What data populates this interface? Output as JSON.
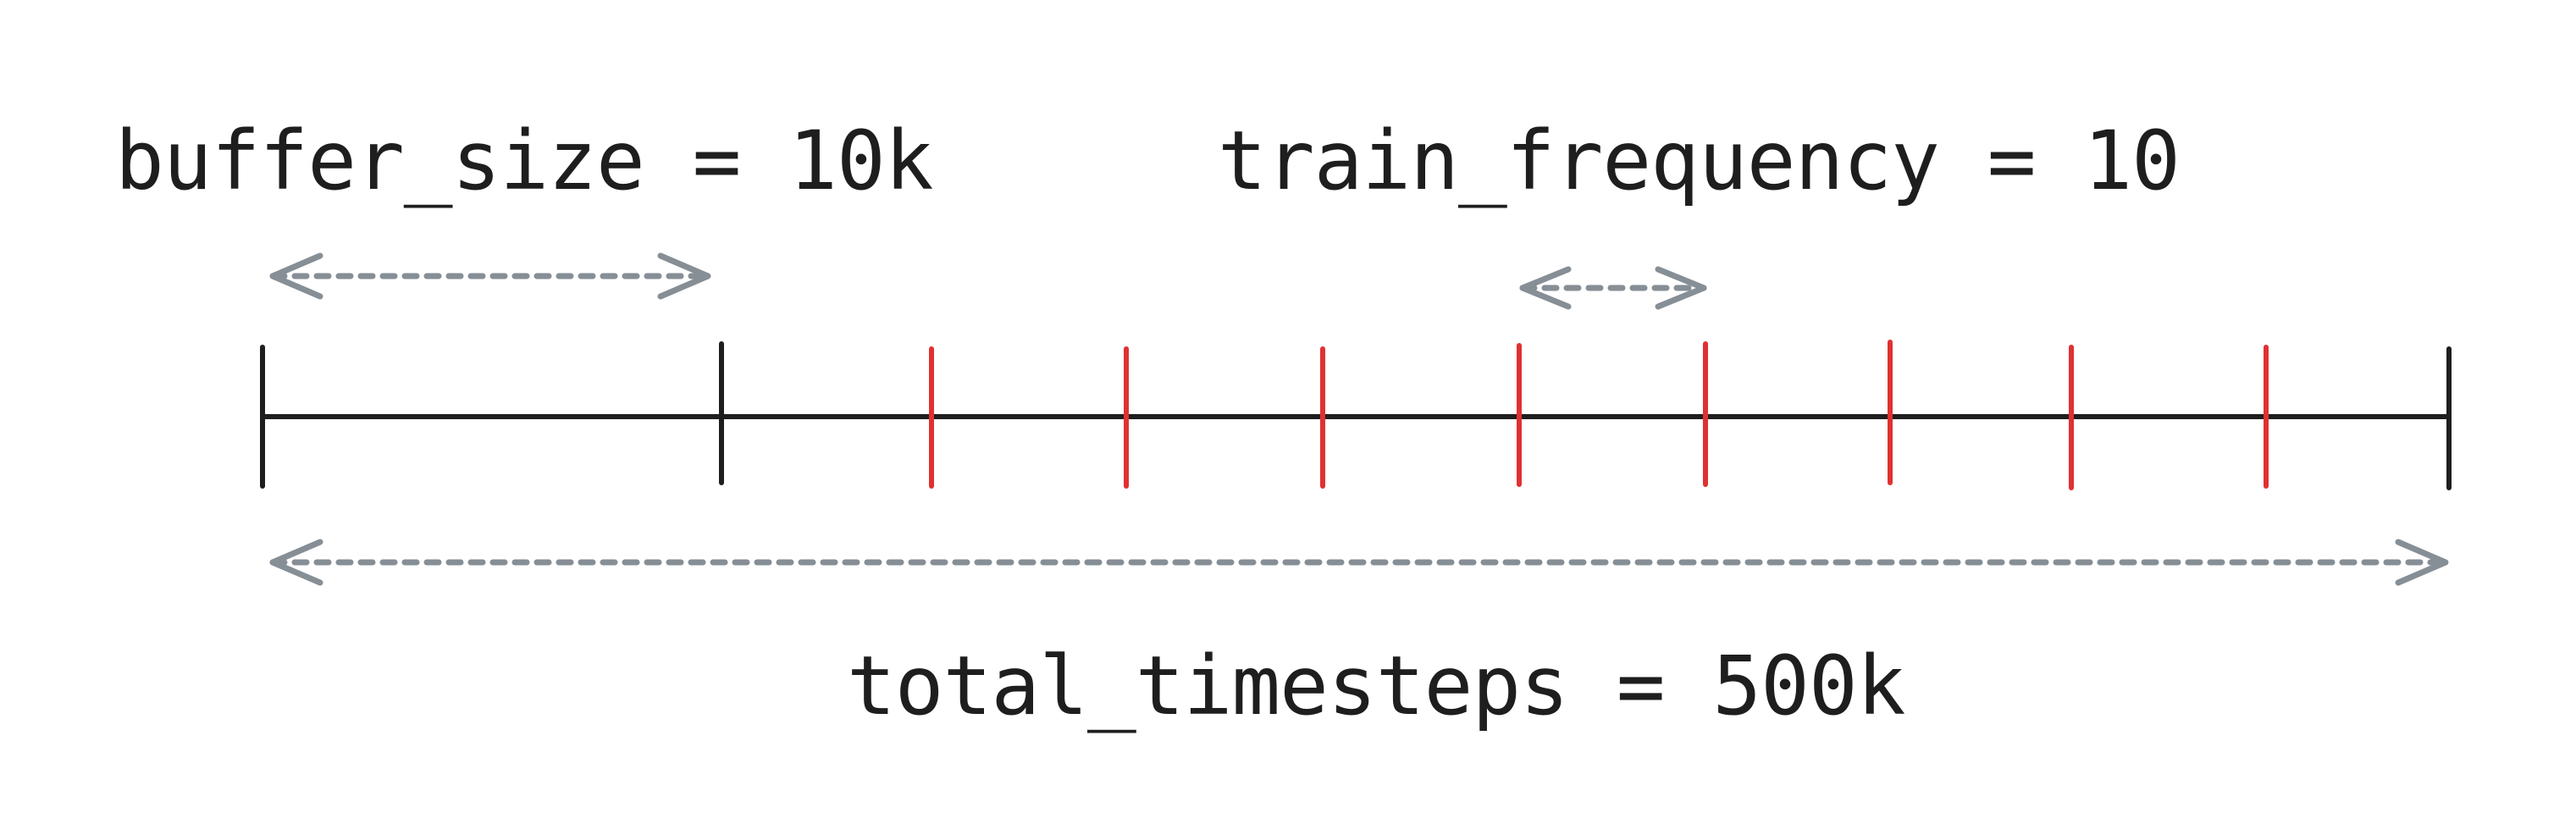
{
  "labels": {
    "buffer_size": "buffer_size = 10k",
    "train_frequency": "train_frequency = 10",
    "total_timesteps": "total_timesteps = 500k"
  },
  "colors": {
    "ink": "#1e1e1e",
    "train_tick": "#e03131",
    "span_arrow": "#868e96"
  },
  "timeline": {
    "total_timesteps": 500000,
    "buffer_size": 10000,
    "train_frequency": 10,
    "boundary_ticks": 3,
    "train_ticks_shown": 8
  }
}
